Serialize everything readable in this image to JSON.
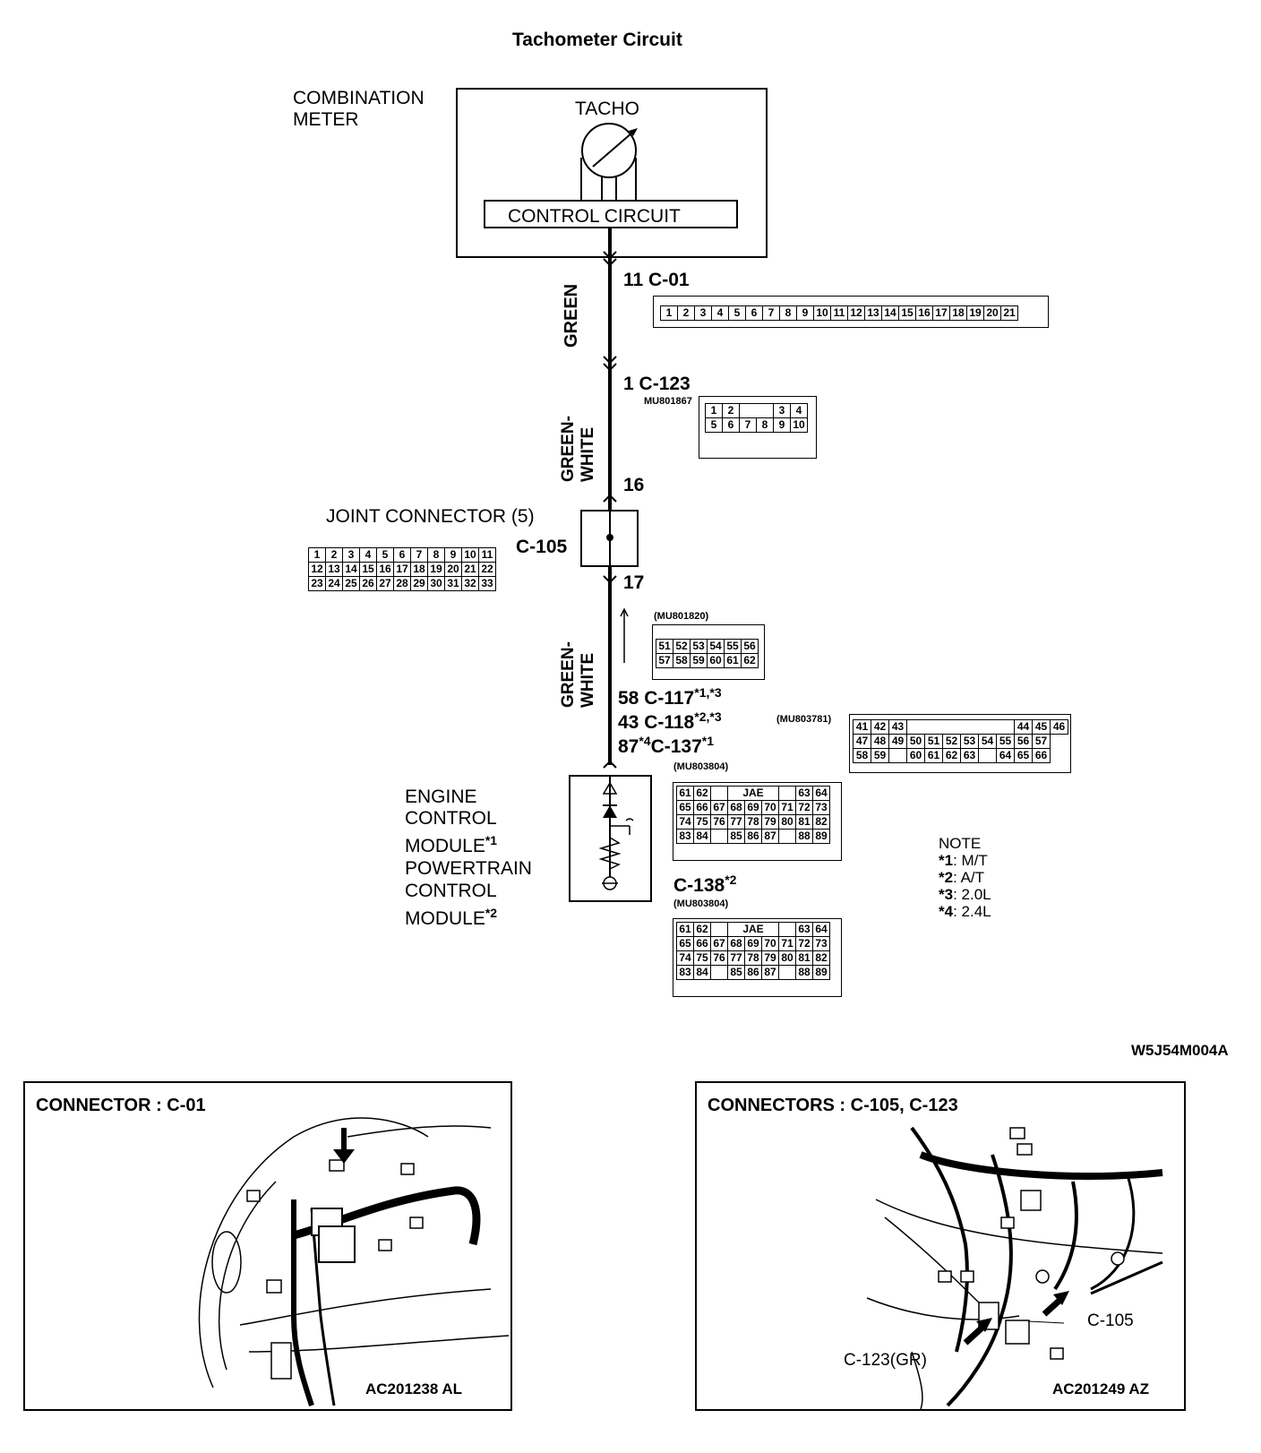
{
  "title": "Tachometer Circuit",
  "figure_code": "W5J54M004A",
  "meter": {
    "name_line1": "COMBINATION",
    "name_line2": "METER",
    "gauge_label": "TACHO",
    "circuit_label": "CONTROL CIRCUIT"
  },
  "wires": [
    {
      "color": "GREEN"
    },
    {
      "color_line1": "GREEN-",
      "color_line2": "WHITE"
    },
    {
      "color_line1": "GREEN-",
      "color_line2": "WHITE"
    }
  ],
  "connectors": {
    "c01": {
      "pin": "11",
      "id": "C-01",
      "cells": [
        "1",
        "2",
        "3",
        "4",
        "5",
        "6",
        "7",
        "8",
        "9",
        "10",
        "11",
        "12",
        "13",
        "14",
        "15",
        "16",
        "17",
        "18",
        "19",
        "20",
        "21"
      ]
    },
    "c123": {
      "pin": "1",
      "id": "C-123",
      "part": "MU801867",
      "row1": [
        "1",
        "2",
        "",
        "",
        "3",
        "4"
      ],
      "row2": [
        "5",
        "6",
        "7",
        "8",
        "9",
        "10"
      ]
    },
    "c105": {
      "label": "JOINT CONNECTOR (5)",
      "id": "C-105",
      "pin_in": "16",
      "pin_out": "17",
      "row1": [
        "1",
        "2",
        "3",
        "4",
        "5",
        "6",
        "7",
        "8",
        "9",
        "10",
        "11"
      ],
      "row2": [
        "12",
        "13",
        "14",
        "15",
        "16",
        "17",
        "18",
        "19",
        "20",
        "21",
        "22"
      ],
      "row3": [
        "23",
        "24",
        "25",
        "26",
        "27",
        "28",
        "29",
        "30",
        "31",
        "32",
        "33"
      ]
    },
    "c117": {
      "part": "MU801820",
      "row1": [
        "51",
        "52",
        "53",
        "54",
        "55",
        "56"
      ],
      "row2": [
        "57",
        "58",
        "59",
        "60",
        "61",
        "62"
      ]
    },
    "ecm_pins": [
      {
        "pin": "58",
        "id": "C-117",
        "sup": "*1,*3"
      },
      {
        "pin": "43",
        "id": "C-118",
        "sup": "*2,*3"
      },
      {
        "pin": "87",
        "pin_sup": "*4",
        "id": "C-137",
        "sup": "*1"
      }
    ],
    "c118": {
      "part": "MU803781",
      "row1": [
        "41",
        "42",
        "43",
        "",
        "",
        "",
        "",
        "",
        "",
        "44",
        "45",
        "46"
      ],
      "row2": [
        "47",
        "48",
        "49",
        "50",
        "51",
        "52",
        "53",
        "54",
        "55",
        "56",
        "57"
      ],
      "row3": [
        "58",
        "59",
        "",
        "60",
        "61",
        "62",
        "63",
        "",
        "64",
        "65",
        "66"
      ]
    },
    "c137": {
      "part": "MU803804",
      "row1": [
        "61",
        "62",
        "",
        "JAE",
        "",
        "63",
        "64"
      ],
      "row2": [
        "65",
        "66",
        "67",
        "68",
        "69",
        "70",
        "71",
        "72",
        "73"
      ],
      "row3": [
        "74",
        "75",
        "76",
        "77",
        "78",
        "79",
        "80",
        "81",
        "82"
      ],
      "row4": [
        "83",
        "84",
        "",
        "85",
        "86",
        "87",
        "",
        "88",
        "89"
      ]
    },
    "c138": {
      "id": "C-138",
      "sup": "*2",
      "part": "MU803804"
    }
  },
  "module": {
    "ecm_line1": "ENGINE",
    "ecm_line2": "CONTROL",
    "ecm_line3": "MODULE",
    "ecm_sup": "*1",
    "pcm_line1": "POWERTRAIN",
    "pcm_line2": "CONTROL",
    "pcm_line3": "MODULE",
    "pcm_sup": "*2"
  },
  "note": {
    "title": "NOTE",
    "items": [
      {
        "key": "*1",
        "value": ": M/T"
      },
      {
        "key": "*2",
        "value": ": A/T"
      },
      {
        "key": "*3",
        "value": ": 2.0L"
      },
      {
        "key": "*4",
        "value": ": 2.4L"
      }
    ]
  },
  "panels": [
    {
      "title": "CONNECTOR : C-01",
      "code": "AC201238  AL"
    },
    {
      "title": "CONNECTORS : C-105, C-123",
      "code": "AC201249 AZ",
      "callout_left": "C-123(GR)",
      "callout_right": "C-105"
    }
  ]
}
